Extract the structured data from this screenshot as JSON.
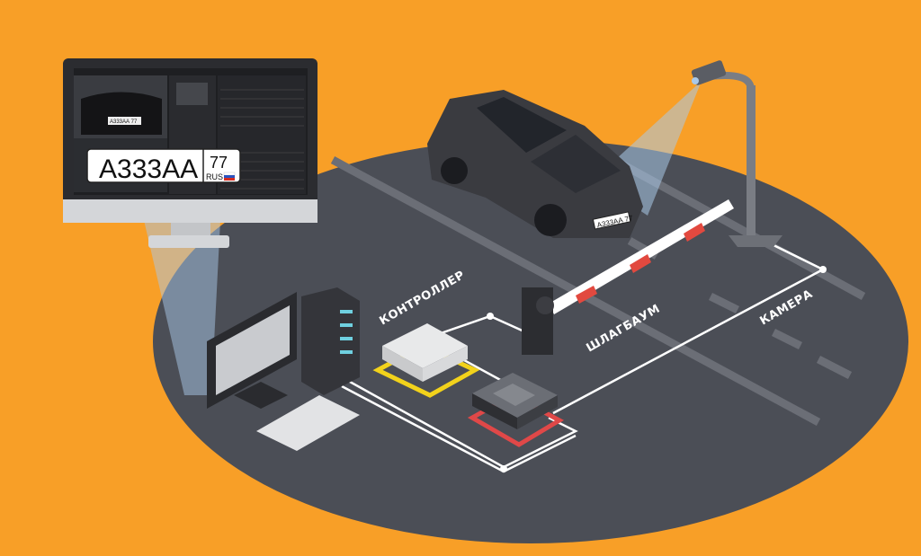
{
  "labels": {
    "controller": "КОНТРОЛЛЕР",
    "barrier": "ШЛАГБАУМ",
    "camera": "КАМЕРА"
  },
  "monitor": {
    "plate_number": "А333АА",
    "plate_region": "77",
    "plate_country": "RUS",
    "small_plate": "А333АА 77"
  },
  "car": {
    "plate": "А333АА 77"
  },
  "colors": {
    "background": "#F89F27",
    "ground": "#4B4E56",
    "controller_outline": "#F2D21B",
    "switch_outline": "#E04848",
    "barrier_stripe": "#E2493F"
  }
}
